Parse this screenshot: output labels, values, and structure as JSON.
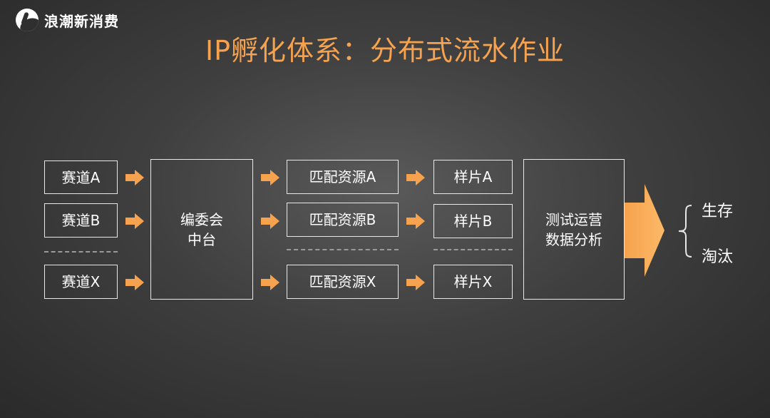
{
  "brand": {
    "name": "浪潮新消费",
    "logo_icon": "wave-logo-icon"
  },
  "title": "IP孵化体系：分布式流水作业",
  "colors": {
    "accent": "#f6a24e",
    "box_border": "#e8e8e8",
    "text": "#ffffff"
  },
  "tracks": [
    "赛道A",
    "赛道B",
    "赛道X"
  ],
  "hub": {
    "line1": "编委会",
    "line2": "中台"
  },
  "resources": [
    "匹配资源A",
    "匹配资源B",
    "匹配资源X"
  ],
  "samples": [
    "样片A",
    "样片B",
    "样片X"
  ],
  "analysis": {
    "line1": "测试运营",
    "line2": "数据分析"
  },
  "outcomes": [
    "生存",
    "淘汰"
  ]
}
